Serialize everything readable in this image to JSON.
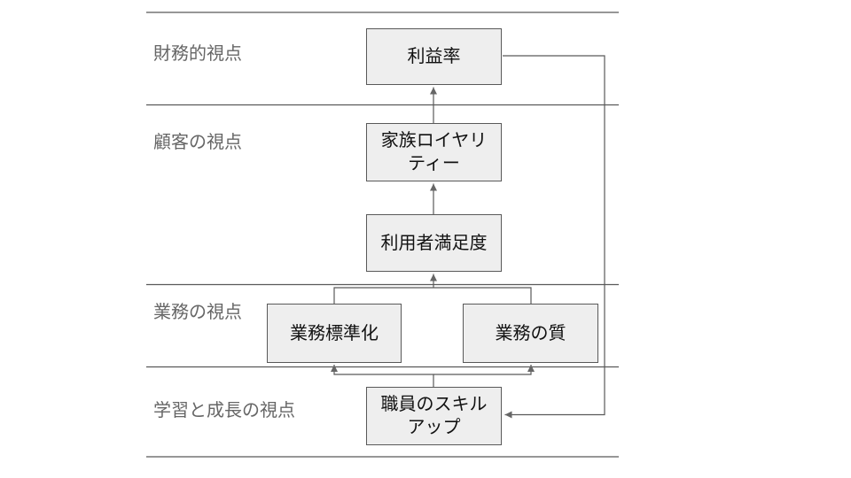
{
  "diagram": {
    "title": "balanced-scorecard-strategy-map",
    "perspectives": {
      "financial": "財務的視点",
      "customer": "顧客の視点",
      "business": "業務の視点",
      "learning_growth": "学習と成長の視点"
    },
    "nodes": {
      "profit": {
        "lines": [
          "利益率"
        ]
      },
      "family_loyalty": {
        "lines": [
          "家族ロイヤリ",
          "ティー"
        ]
      },
      "user_satisfaction": {
        "lines": [
          "利用者満足度"
        ]
      },
      "work_standardization": {
        "lines": [
          "業務標準化"
        ]
      },
      "work_quality": {
        "lines": [
          "業務の質"
        ]
      },
      "staff_skill": {
        "lines": [
          "職員のスキル",
          "アップ"
        ]
      }
    },
    "edges": [
      {
        "from": "staff_skill",
        "to": "work_standardization",
        "type": "arrow-up"
      },
      {
        "from": "staff_skill",
        "to": "work_quality",
        "type": "arrow-up"
      },
      {
        "from": "work_standardization",
        "to": "user_satisfaction",
        "type": "arrow-up-merged"
      },
      {
        "from": "work_quality",
        "to": "user_satisfaction",
        "type": "arrow-up-merged"
      },
      {
        "from": "user_satisfaction",
        "to": "family_loyalty",
        "type": "arrow-up"
      },
      {
        "from": "family_loyalty",
        "to": "profit",
        "type": "arrow-up"
      },
      {
        "from": "profit",
        "to": "staff_skill",
        "type": "feedback-right-side"
      }
    ],
    "colors": {
      "background": "#ffffff",
      "box_fill": "#eeeeee",
      "box_border": "#595959",
      "line": "#595959",
      "arrowhead": "#666666",
      "perspective_text": "#666666",
      "node_text": "#111111"
    }
  }
}
